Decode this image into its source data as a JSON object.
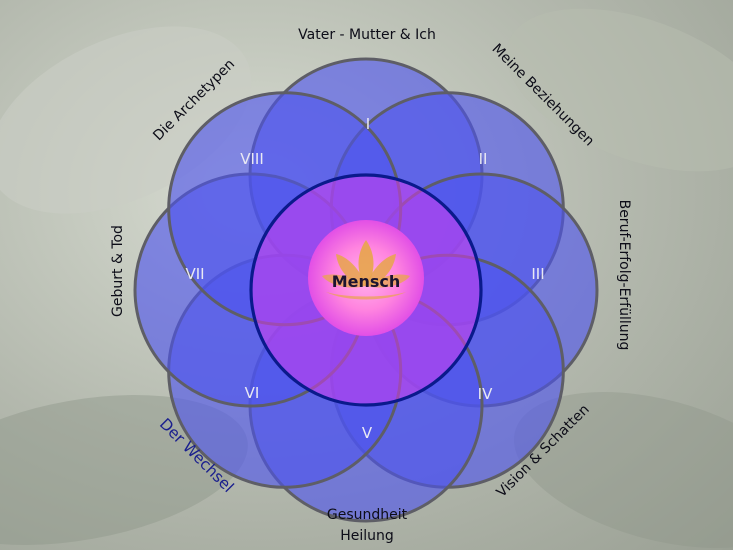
{
  "diagram": {
    "center": {
      "label": "Mensch",
      "icon": "lotus-icon"
    },
    "petals": [
      {
        "numeral": "I",
        "label": "Vater - Mutter & Ich"
      },
      {
        "numeral": "II",
        "label": "Meine Beziehungen"
      },
      {
        "numeral": "III",
        "label": "Beruf-Erfolg-Erfüllung"
      },
      {
        "numeral": "IV",
        "label": "Vision & Schatten"
      },
      {
        "numeral": "V",
        "label_line1": "Gesundheit",
        "label_line2": "Heilung"
      },
      {
        "numeral": "VI",
        "label": "Der Wechsel"
      },
      {
        "numeral": "VII",
        "label": "Geburt & Tod"
      },
      {
        "numeral": "VIII",
        "label": "Die Archetypen"
      }
    ],
    "colors": {
      "petal_fill": "#4e54ee",
      "petal_stroke": "#5e5e66",
      "central_ring": "#0a1a8c",
      "core_magenta": "#d23cf0",
      "core_pink": "#ff8ce0",
      "lotus": "#e8a54a"
    }
  }
}
